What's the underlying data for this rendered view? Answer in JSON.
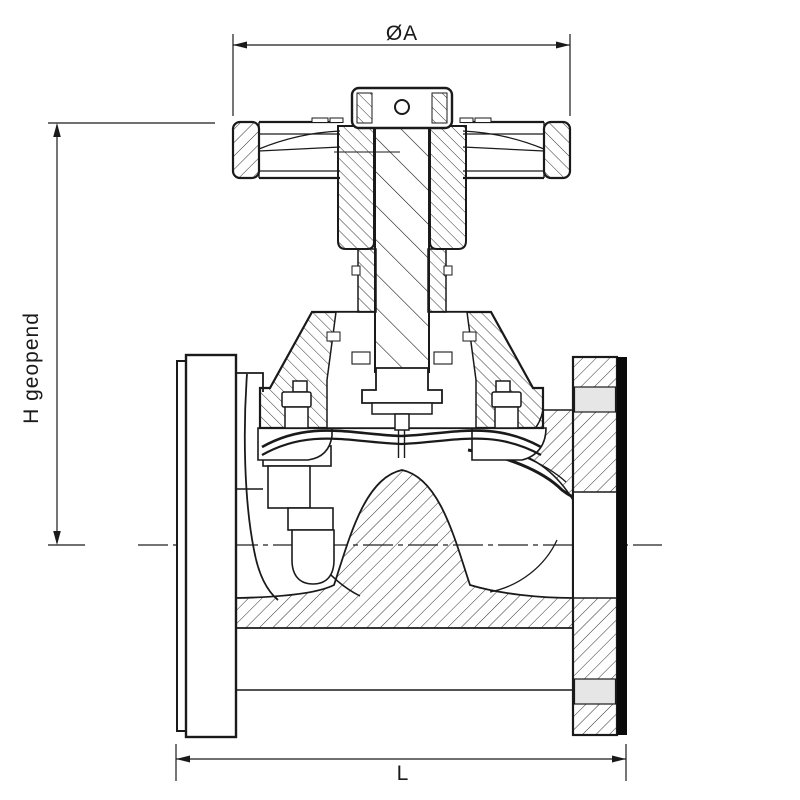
{
  "drawing": {
    "dim_diameter_label": "ØA",
    "dim_height_label": "H geopend",
    "dim_length_label": "L"
  },
  "colors": {
    "line": "#1a1a1a",
    "background": "#ffffff",
    "bolt_hole": "#e6e6e6",
    "flange_face": "#0a0a0a"
  }
}
